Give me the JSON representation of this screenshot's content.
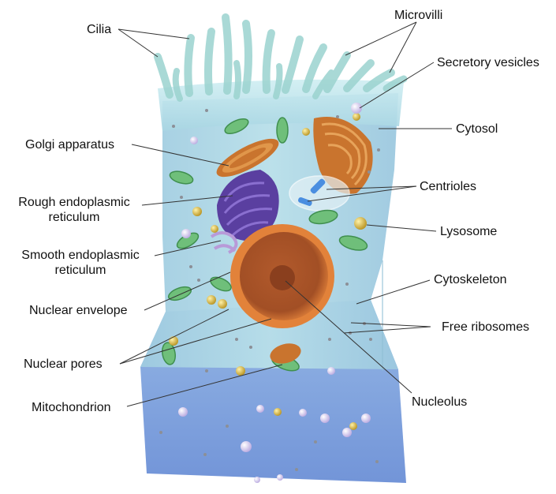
{
  "labels": {
    "cilia": "Cilia",
    "microvilli": "Microvilli",
    "secretory_vesicles": "Secretory vesicles",
    "cytosol": "Cytosol",
    "golgi_apparatus": "Golgi apparatus",
    "centrioles": "Centrioles",
    "rough_er_line1": "Rough endoplasmic",
    "rough_er_line2": "reticulum",
    "lysosome": "Lysosome",
    "smooth_er_line1": "Smooth endoplasmic",
    "smooth_er_line2": "reticulum",
    "cytoskeleton": "Cytoskeleton",
    "nuclear_envelope": "Nuclear envelope",
    "free_ribosomes": "Free ribosomes",
    "nuclear_pores": "Nuclear pores",
    "nucleolus": "Nucleolus",
    "mitochondrion": "Mitochondrion"
  },
  "colors": {
    "cytoplasm": "#a9d4e6",
    "cell_lower": "#6f95d8",
    "nucleus": "#c8622a",
    "golgi": "#c9742e",
    "rough_er": "#5a3fa0",
    "mitochondrion": "#6fbf7a",
    "lysosome": "#d9b83a",
    "leader_line": "#333333"
  }
}
